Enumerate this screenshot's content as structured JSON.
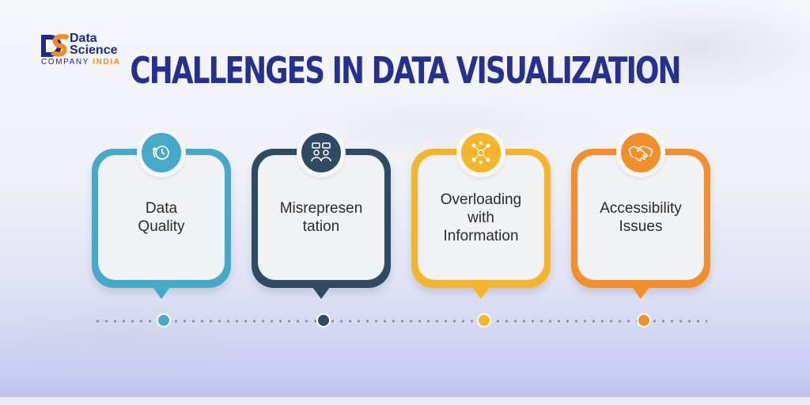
{
  "logo": {
    "line1": "Data",
    "line2": "Science",
    "company": "COMPANY ",
    "region": "INDIA"
  },
  "title": "CHALLENGES IN DATA VISUALIZATION",
  "cards": [
    {
      "label": "Data\nQuality",
      "icon": "clock-cycle-icon",
      "color": "#45aac8"
    },
    {
      "label": "Misrepresen\ntation",
      "icon": "two-people-chat-icon",
      "color": "#2f4a63"
    },
    {
      "label": "Overloading\nwith\nInformation",
      "icon": "network-people-icon",
      "color": "#f5b52a"
    },
    {
      "label": "Accessibility\nIssues",
      "icon": "handshake-icon",
      "color": "#f28f2c"
    }
  ],
  "colors": {
    "title": "#25308f",
    "brand_blue": "#1f2a86",
    "brand_orange": "#f28c1e"
  }
}
